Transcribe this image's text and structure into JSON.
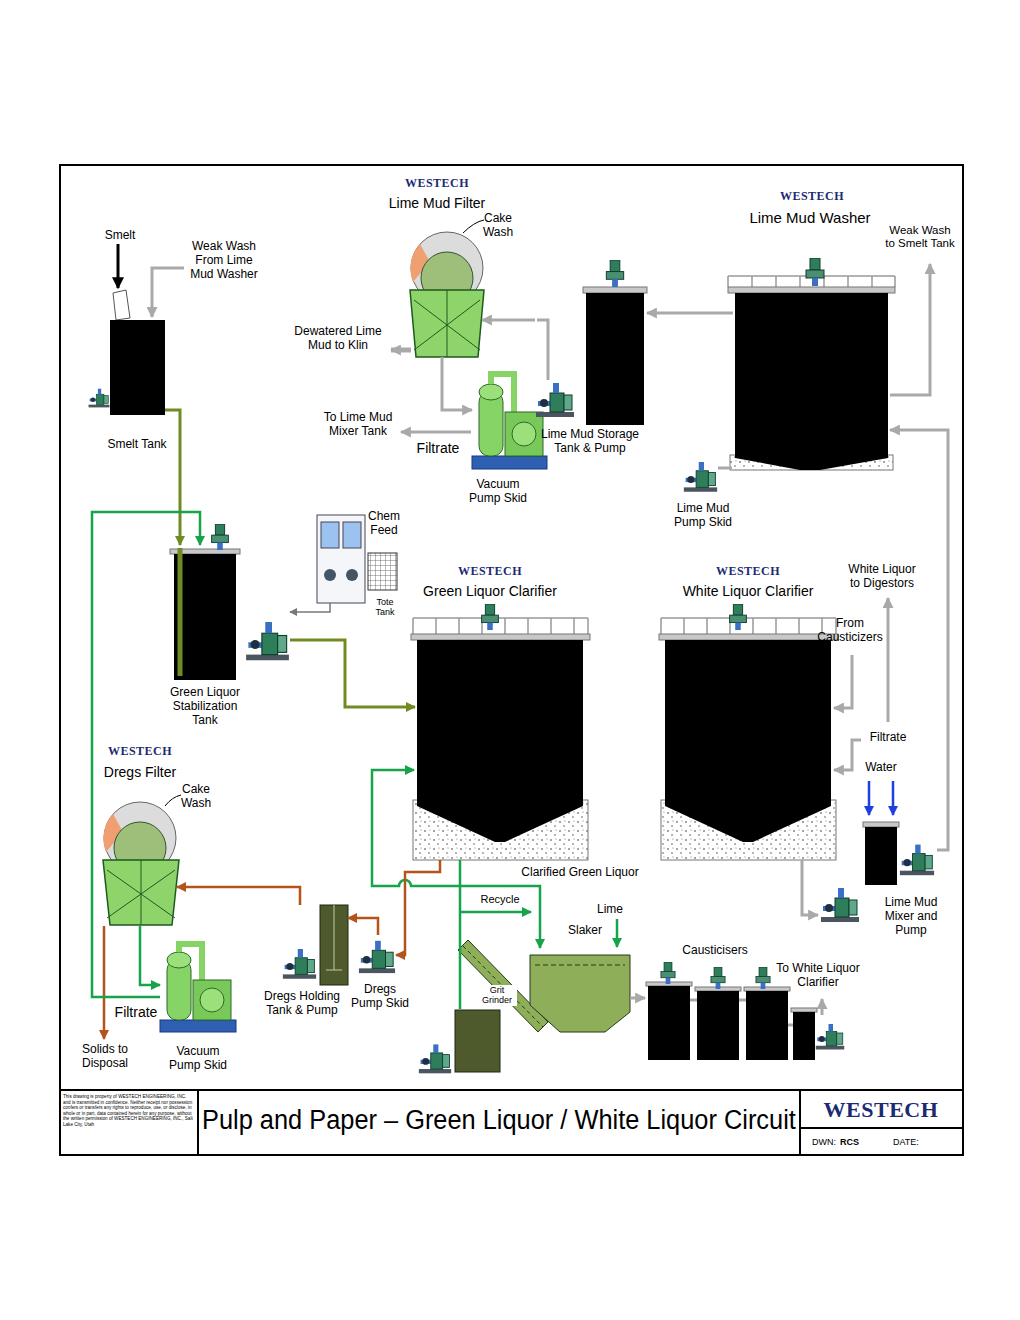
{
  "diagram": {
    "title": "Pulp and Paper – Green Liquor / White Liquor Circuit",
    "nodes": [
      {
        "text": [
          "Smelt Tank"
        ]
      },
      {
        "text": [
          "WESTECH",
          "Lime Mud Filter"
        ]
      },
      {
        "text": [
          "Vacuum Pump Skid"
        ]
      },
      {
        "text": [
          "Lime Mud Storage Tank & Pump"
        ]
      },
      {
        "text": [
          "WESTECH",
          "Lime Mud Washer"
        ]
      },
      {
        "text": [
          "Lime Mud Pump Skid"
        ]
      },
      {
        "text": [
          "Green Liquor Stabilization Tank"
        ]
      },
      {
        "text": [
          "Chem Feed"
        ]
      },
      {
        "text": [
          "Tote Tank"
        ]
      },
      {
        "text": [
          "WESTECH",
          "Green Liquor Clarifier"
        ]
      },
      {
        "text": [
          "WESTECH",
          "White Liquor Clarifier"
        ]
      },
      {
        "text": [
          "WESTECH",
          "Dregs Filter"
        ]
      },
      {
        "text": [
          "Vacuum Pump Skid"
        ]
      },
      {
        "text": [
          "Dregs Holding Tank & Pump"
        ]
      },
      {
        "text": [
          "Dregs Pump Skid"
        ]
      },
      {
        "text": [
          "Slaker"
        ]
      },
      {
        "text": [
          "Causticisers"
        ]
      },
      {
        "text": [
          "Lime Mud Mixer and Pump"
        ]
      }
    ],
    "edges": [
      {
        "from": 0,
        "to": 6,
        "arrow": "to"
      },
      {
        "from": 6,
        "to": 9,
        "arrow": "to"
      },
      {
        "from": 7,
        "to": 6,
        "arrow": "to"
      },
      {
        "from": 1,
        "to": 2,
        "arrow": "to"
      },
      {
        "from": 3,
        "to": 1,
        "arrow": "to"
      },
      {
        "from": 4,
        "to": 3,
        "arrow": "to"
      },
      {
        "from": 17,
        "to": 4,
        "arrow": "to"
      },
      {
        "from": 10,
        "to": 17,
        "arrow": "to"
      },
      {
        "from": 9,
        "to": 14,
        "arrow": "to"
      },
      {
        "from": 14,
        "to": 13,
        "arrow": "to"
      },
      {
        "from": 13,
        "to": 11,
        "arrow": "to"
      },
      {
        "from": 11,
        "to": 12,
        "arrow": "to"
      },
      {
        "from": 12,
        "to": 6,
        "arrow": "to"
      },
      {
        "from": 15,
        "to": 16,
        "arrow": "to"
      },
      {
        "from": 9,
        "to": 15,
        "arrow": "to",
        "label": "Clarified Green Liquor"
      }
    ],
    "labels": [
      "Smelt",
      "Weak Wash From Lime Mud Washer",
      "Cake Wash",
      "Dewatered Lime Mud to Klin",
      "To Lime Mud Mixer Tank",
      "Filtrate",
      "Weak Wash to Smelt Tank",
      "White Liquor to Digestors",
      "From Causticizers",
      "Filtrate",
      "Water",
      "Cake Wash",
      "Recycle",
      "Lime",
      "Grit Grinder",
      "To White Liquor Clarifier",
      "Filtrate",
      "Solids to Disposal",
      "This drawing is property of WESTECH ENGINEERING, INC. and is transmitted in confidence. Neither receipt nor possession confers or transfers any rights to reproduce, use, or disclose, in whole or in part, data contained herein for any purpose, without the written permission of WESTECH ENGINEERING, INC., Salt Lake City, Utah",
      "WESTECH",
      "DWN:",
      "RCS",
      "DATE:"
    ]
  }
}
